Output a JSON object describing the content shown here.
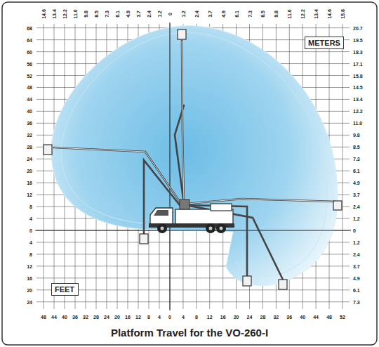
{
  "diagram": {
    "caption": "Platform Travel for the VO-260-I",
    "nodes": [
      {
        "text": [
          "METERS"
        ]
      },
      {
        "text": [
          "FEET"
        ]
      }
    ],
    "labels": [
      "14.6",
      "13.4",
      "12.2",
      "11.0",
      "9.8",
      "8.5",
      "7.3",
      "6.1",
      "4.9",
      "3.7",
      "2.4",
      "1.2",
      "0",
      "1.2",
      "2.4",
      "3.7",
      "4.9",
      "6.1",
      "7.3",
      "8.5",
      "9.8",
      "11.0",
      "12.2",
      "13.4",
      "14.6",
      "15.8",
      "68",
      "64",
      "60",
      "56",
      "52",
      "48",
      "44",
      "40",
      "36",
      "32",
      "28",
      "24",
      "20",
      "16",
      "12",
      "8",
      "4",
      "0",
      "4",
      "8",
      "12",
      "16",
      "20",
      "24",
      "20.7",
      "19.5",
      "18.3",
      "17.1",
      "15.8",
      "14.5",
      "13.4",
      "12.2",
      "11.0",
      "9.8",
      "8.5",
      "7.3",
      "6.1",
      "4.9",
      "3.7",
      "2.4",
      "1.2",
      "0",
      "1.2",
      "2.4",
      "3.7",
      "4.9",
      "6.1",
      "7.3",
      "48",
      "44",
      "40",
      "36",
      "32",
      "28",
      "24",
      "20",
      "16",
      "12",
      "8",
      "4",
      "0",
      "4",
      "8",
      "12",
      "16",
      "20",
      "24",
      "28",
      "32",
      "36",
      "40",
      "44",
      "48",
      "52"
    ]
  }
}
